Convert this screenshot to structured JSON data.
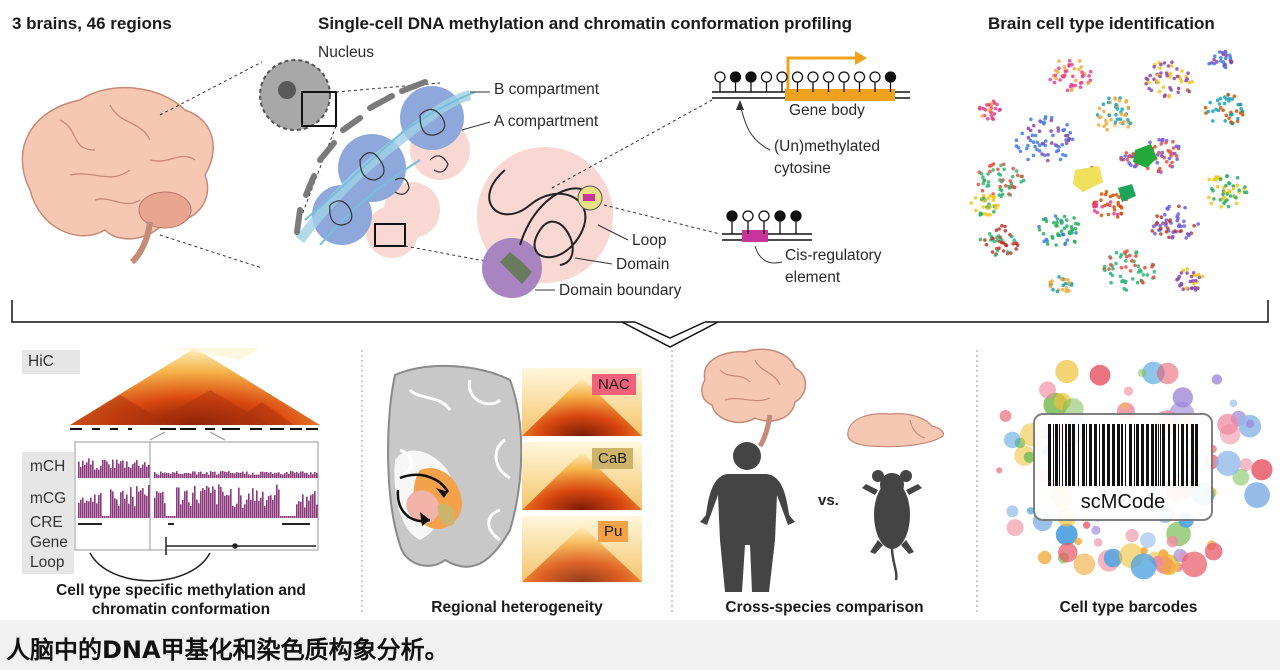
{
  "top_section": {
    "left_title": "3 brains, 46 regions",
    "center_title": "Single-cell DNA methylation and chromatin conformation profiling",
    "right_title": "Brain cell type  identification",
    "labels": {
      "nucleus": "Nucleus",
      "b_compartment": "B compartment",
      "a_compartment": "A compartment",
      "gene_body": "Gene body",
      "unmethylated_line1": "(Un)methylated",
      "unmethylated_line2": "cytosine",
      "loop": "Loop",
      "domain": "Domain",
      "domain_boundary": "Domain boundary",
      "cre_line1": "Cis-regulatory",
      "cre_line2": "element"
    }
  },
  "bottom_section": {
    "panel1": {
      "hic_label": "HiC",
      "tracks": [
        "mCH",
        "mCG",
        "CRE",
        "Gene",
        "Loop"
      ],
      "title_line1": "Cell type specific methylation and",
      "title_line2": "chromatin conformation"
    },
    "panel2": {
      "regions": [
        "NAC",
        "CaB",
        "Pu"
      ],
      "region_colors": [
        "#f2607a",
        "#cdb46a",
        "#f4a24a"
      ],
      "title": "Regional heterogeneity"
    },
    "panel3": {
      "vs": "vs.",
      "title": "Cross-species comparison"
    },
    "panel4": {
      "barcode_label": "scMCode",
      "title": "Cell type barcodes"
    }
  },
  "caption": "人脑中的DNA甲基化和染色质构象分析。",
  "colors": {
    "a_compartment": "#f9d8d3",
    "b_compartment": "#8fa8dc",
    "accent_orange": "#f0a21f",
    "cre_magenta": "#c8359a",
    "boundary_purple": "#a884c0",
    "track_purple": "#8b3a7c"
  }
}
